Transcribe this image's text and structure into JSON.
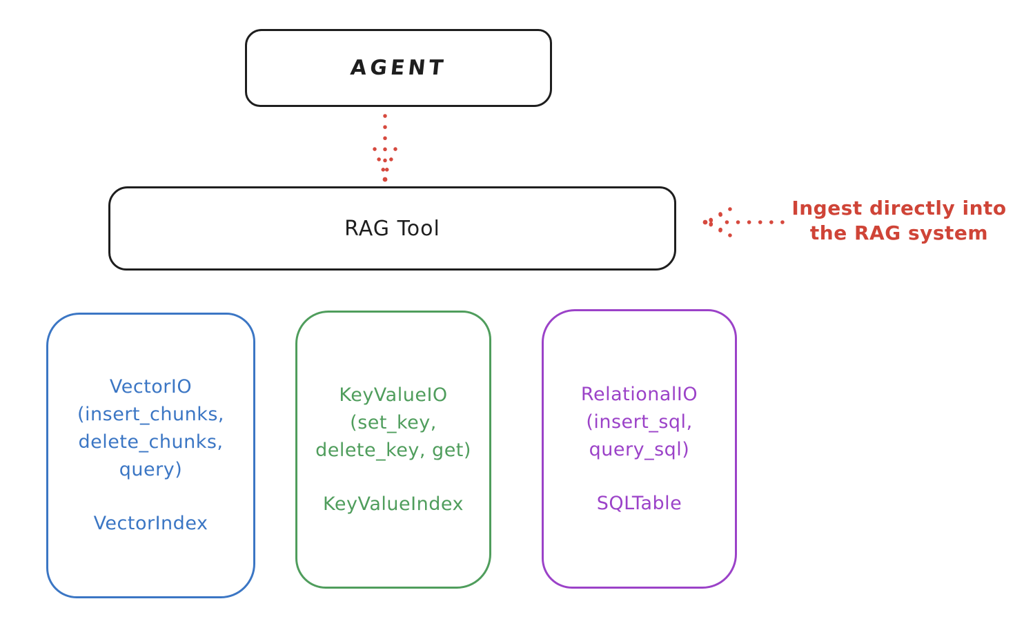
{
  "agent_box": {
    "label": "AGENT"
  },
  "rag_box": {
    "label": "RAG Tool"
  },
  "annotation": {
    "line1": "Ingest directly into",
    "line2": "the RAG system",
    "color": "#cf4437"
  },
  "arrows": {
    "agent_to_rag": {
      "style": "dotted",
      "color": "#d6493e",
      "direction": "down"
    },
    "ingest_to_rag": {
      "style": "dotted",
      "color": "#d6493e",
      "direction": "left"
    }
  },
  "storage_boxes": [
    {
      "title": "VectorIO",
      "methods": [
        "(insert_chunks,",
        "delete_chunks,",
        "query)"
      ],
      "index_label": "VectorIndex",
      "color": "#3b76c4"
    },
    {
      "title": "KeyValueIO",
      "methods": [
        "(set_key,",
        "delete_key, get)"
      ],
      "index_label": "KeyValueIndex",
      "color": "#4f9d5c"
    },
    {
      "title": "RelationalIO",
      "methods": [
        "(insert_sql,",
        "query_sql)"
      ],
      "index_label": "SQLTable",
      "color": "#9b42c8"
    }
  ],
  "stroke_color": "#1e1e1e",
  "background": "#ffffff"
}
